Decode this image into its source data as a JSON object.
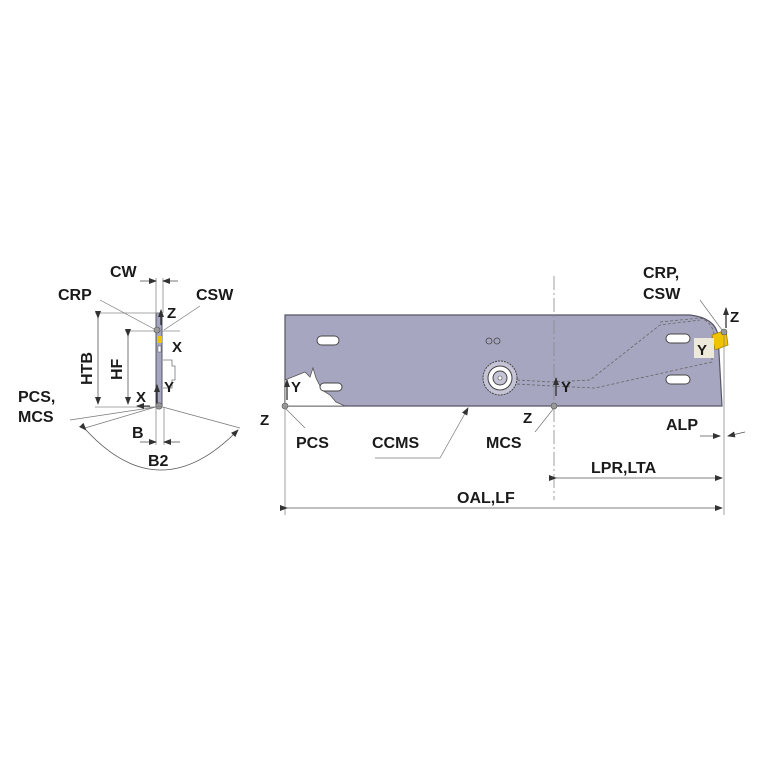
{
  "colors": {
    "blade_fill": "#a7a6c0",
    "blade_stroke": "#555566",
    "insert_yellow": "#f2c200",
    "dim_line": "#8a8a8a",
    "text": "#1a1a1a"
  },
  "side_view": {
    "labels": {
      "cw": "CW",
      "crp": "CRP",
      "csw": "CSW",
      "htb": "HTB",
      "hf": "HF",
      "pcs_mcs_line1": "PCS,",
      "pcs_mcs_line2": "MCS",
      "b": "B",
      "b2": "B2",
      "axis_z": "Z",
      "axis_x_top": "X",
      "axis_y": "Y",
      "axis_x_bottom": "X"
    }
  },
  "main_view": {
    "labels": {
      "crp_csw_line1": "CRP,",
      "crp_csw_line2": "CSW",
      "axis_z_right": "Z",
      "axis_y_right": "Y",
      "alp": "ALP",
      "axis_z_left": "Z",
      "axis_y_left": "Y",
      "pcs": "PCS",
      "ccms": "CCMS",
      "axis_z_mcs": "Z",
      "mcs": "MCS",
      "axis_y_mcs": "Y",
      "lpr_lta": "LPR,LTA",
      "oal_lf": "OAL,LF"
    }
  }
}
